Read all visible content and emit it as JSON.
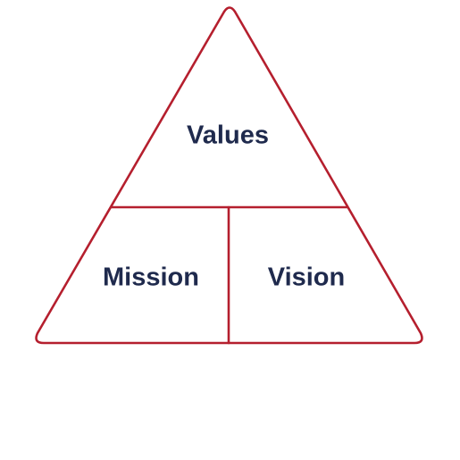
{
  "diagram": {
    "sections": {
      "top": {
        "label": "Values"
      },
      "bottom_left": {
        "label": "Mission"
      },
      "bottom_right": {
        "label": "Vision"
      }
    }
  },
  "colors": {
    "outline": "#B51F2E",
    "text": "#1F2A4D",
    "background": "#FFFFFF"
  }
}
